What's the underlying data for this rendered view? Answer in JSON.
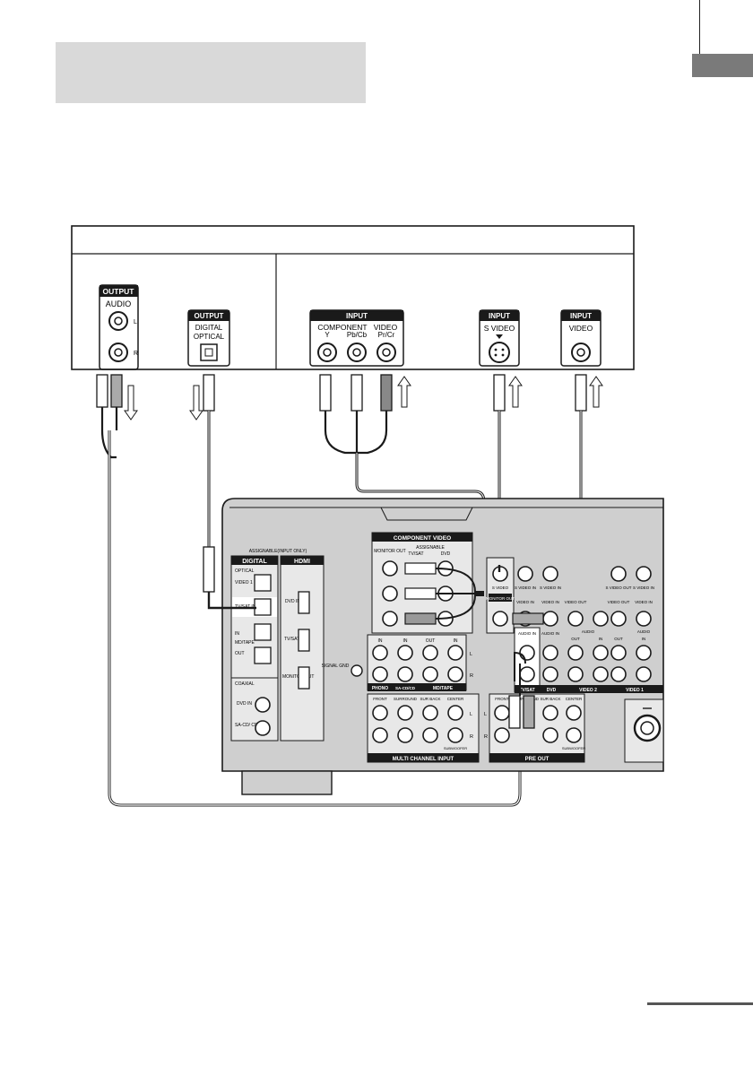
{
  "labels": {
    "output": "OUTPUT",
    "audio": "AUDIO",
    "l": "L",
    "r": "R",
    "digital_optical_1": "DIGITAL",
    "digital_optical_2": "OPTICAL",
    "input": "INPUT",
    "component": "COMPONENT",
    "y": "Y",
    "pb_cb": "Pb/Cb",
    "video": "VIDEO",
    "pr_cr": "Pr/Cr",
    "s_video": "S VIDEO"
  },
  "receiver": {
    "component_video": "COMPONENT VIDEO",
    "assignable_input_only": "ASSIGNABLE(INPUT ONLY)",
    "digital": "DIGITAL",
    "hdmi": "HDMI",
    "optical": "OPTICAL",
    "video1_in": "VIDEO 1 IN",
    "tvsat_in": "TV/SAT IN",
    "in": "IN",
    "md_tape": "MD/TAPE",
    "out": "OUT",
    "coaxial": "COAXIAL",
    "dvd_in": "DVD IN",
    "sacd_cd_in": "SA-CD/ CD IN",
    "hdmi_dvd_in": "DVD IN",
    "hdmi_tvsat_in": "TV/SAT IN",
    "monitor_out": "MONITOR OUT",
    "assignable": "ASSIGNABLE",
    "tvsat": "TV/SAT",
    "dvd": "DVD",
    "signal_gnd": "SIGNAL GND",
    "phono": "PHONO",
    "sacd_cd": "SA-CD/CD",
    "md_tape_lbl": "MD/TAPE",
    "video_2": "VIDEO 2",
    "video_1": "VIDEO 1",
    "front": "FRONT",
    "surround": "SURROUND",
    "sur_back": "SUR BACK",
    "center": "CENTER",
    "subwoofer": "SUBWOOFER",
    "multi_channel_input": "MULTI CHANNEL INPUT",
    "pre_out": "PRE OUT",
    "s_video": "S VIDEO",
    "s_video_in": "S VIDEO IN",
    "s_video_out": "S VIDEO OUT",
    "video_in": "VIDEO IN",
    "video_out": "VIDEO OUT",
    "audio": "AUDIO",
    "audio_in": "AUDIO IN",
    "l": "L",
    "r": "R"
  },
  "colors": {
    "panel": "#cfcfcf",
    "panel_dark": "#9e9e9e",
    "line": "#1a1a1a",
    "grey_box": "#d9d9d9",
    "side_tab": "#7a7a7a"
  }
}
